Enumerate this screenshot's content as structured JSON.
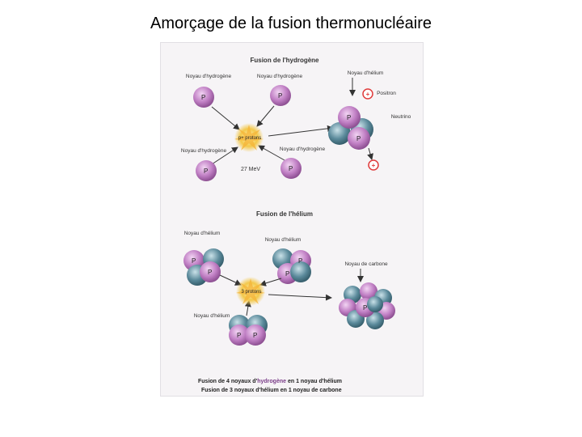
{
  "slide": {
    "title": "Amorçage de la fusion thermonucléaire"
  },
  "colors": {
    "proton": "#c07fc4",
    "proton_light": "#e0b4e3",
    "neutron": "#5b8a9b",
    "neutron_light": "#9cc0cc",
    "positron": "#e03c3c",
    "flash": "#f3c84a",
    "arrow": "#333333"
  },
  "hydrogen_section": {
    "title": "Fusion de l'hydrogène",
    "label_top_left": "Noyau d'hydrogène",
    "label_top_right": "Noyau d'hydrogène",
    "label_bottom_left": "Noyau d'hydrogène",
    "label_bottom_right": "Noyau d'hydrogène",
    "label_helium": "Noyau d'hélium",
    "label_positron": "Positron",
    "label_neutrino": "Neutrino",
    "energy": "27 MeV",
    "reaction": "p+ protons",
    "proton_letter": "P"
  },
  "helium_section": {
    "title": "Fusion de l'hélium",
    "label_left": "Noyau d'hélium",
    "label_right": "Noyau d'hélium",
    "label_bottom": "Noyau d'hélium",
    "label_carbon": "Noyau de carbone",
    "reaction": "3 protons"
  },
  "footer": {
    "line1_a": "Fusion de 4 noyaux d'",
    "line1_b": "hydrogène",
    "line1_c": " en 1 noyau d'hélium",
    "line2": "Fusion de 3 noyaux d'hélium en 1 noyau de carbone"
  }
}
